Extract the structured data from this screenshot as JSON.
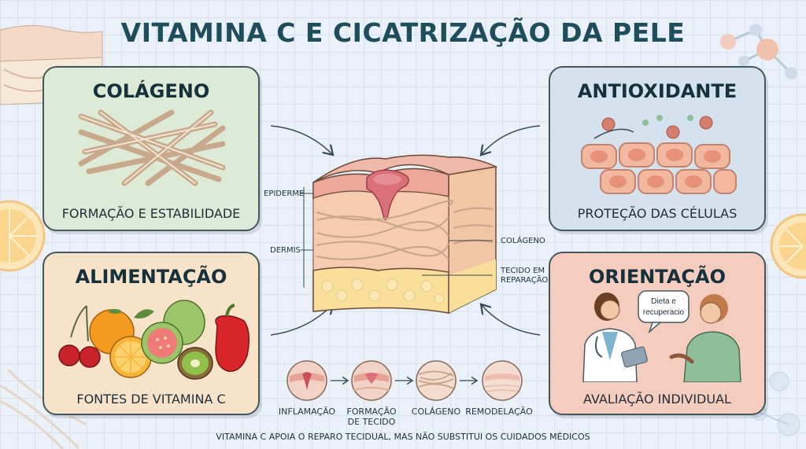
{
  "title": "VITAMINA C E CICATRIZAÇÃO DA PELE",
  "cards": {
    "colageno": {
      "title": "COLÁGENO",
      "caption": "FORMAÇÃO E ESTABILIDADE"
    },
    "antioxidante": {
      "title": "ANTIOXIDANTE",
      "caption": "PROTEÇÃO DAS CÉLULAS"
    },
    "alimentacao": {
      "title": "ALIMENTAÇÃO",
      "caption": "FONTES DE VITAMINA C"
    },
    "orientacao": {
      "title": "ORIENTAÇÃO",
      "caption": "AVALIAÇÃO INDIVIDUAL",
      "bubble_line1": "Dieta e",
      "bubble_line2": "recuperacio"
    }
  },
  "skin_labels": {
    "epiderme": "EPIDERME",
    "dermis": "DERMIS",
    "colageno": "COLÁGENO",
    "tecido_line1": "TECIDO EM",
    "tecido_line2": "REPARAÇÃO"
  },
  "stages": [
    {
      "line1": "INFLAMAÇÃO",
      "line2": ""
    },
    {
      "line1": "FORMAÇÃO",
      "line2": "DE TECIDO"
    },
    {
      "line1": "COLÁGENO",
      "line2": ""
    },
    {
      "line1": "REMODELAÇÃO",
      "line2": ""
    }
  ],
  "footer": "VITAMINA C APOIA O REPARO TECIDUAL, MAS NÃO SUBSTITUI OS CUIDADOS MÉDICOS",
  "colors": {
    "background": "#eaf1f8",
    "title": "#1e4d5c",
    "card_colageno": "#dcead6",
    "card_antioxidante": "#d4e2ee",
    "card_alimentacao": "#f6e3c9",
    "card_orientacao": "#f5cdbf"
  }
}
